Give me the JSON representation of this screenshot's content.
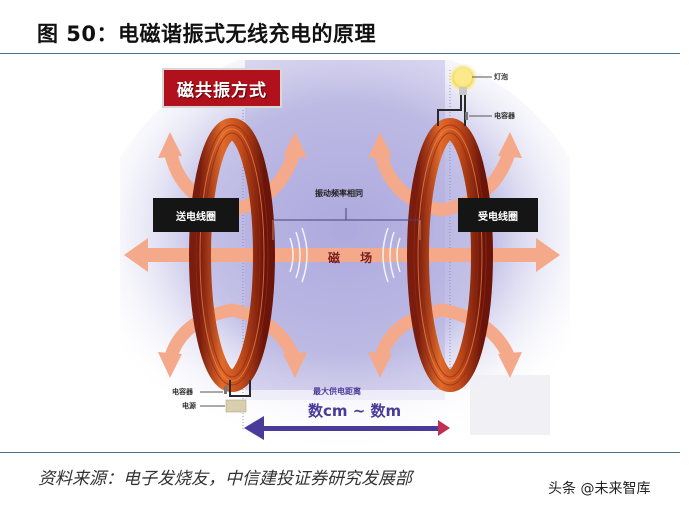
{
  "figure": {
    "title": "图 50：电磁谐振式无线充电的原理",
    "source": "资料来源：电子发烧友，中信建投证券研究发展部",
    "watermark": "头条 @未来智库"
  },
  "diagram": {
    "mode_label": "磁共振方式",
    "transmit_coil_label": "送电线圈",
    "receive_coil_label": "受电线圈",
    "frequency_label": "振动频率相同",
    "magnetic_field_label": "磁 场",
    "bulb_label": "灯泡",
    "rx_capacitor_label": "电容器",
    "tx_capacitor_label": "电容器",
    "power_source_label": "电源",
    "distance_title": "最大供电距离",
    "distance_value": "数cm ~ 数m"
  },
  "colors": {
    "title_rule": "#4a6f8c",
    "mode_label_bg": "#b0111c",
    "coil_copper": "#c4501e",
    "field_arrow": "#f4a98a",
    "distance_arrow": "#4a3a9a",
    "background_field": "#b9b6e0"
  }
}
